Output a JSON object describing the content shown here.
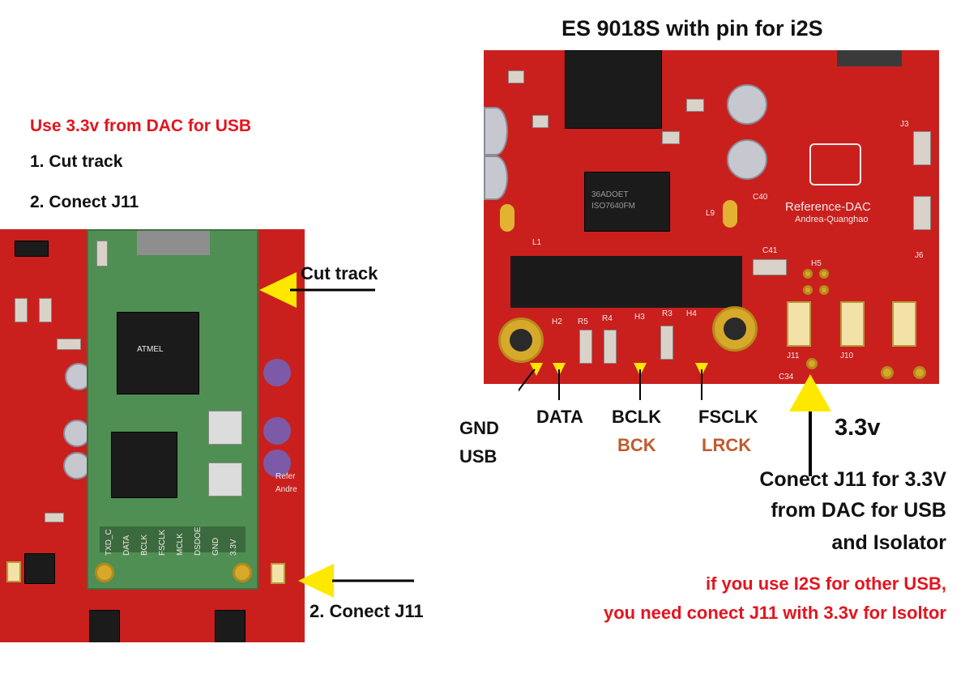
{
  "left_panel": {
    "heading": "Use 3.3v from DAC for USB",
    "step1": "1. Cut track",
    "step2": "2. Conect  J11",
    "callout_cut_track": "Cut track",
    "callout_conect_j11": "2. Conect  J11",
    "board_labels": {
      "header_pins": [
        "TXD_C",
        "DATA",
        "BCLK",
        "FSCLK",
        "MCLK",
        "DSDOE",
        "GND",
        "3.3V"
      ],
      "chip_mark": "ATMEL",
      "refer": "Refer",
      "andrea": "Andre"
    }
  },
  "right_panel": {
    "title": "ES 9018S with pin for i2S",
    "pin_labels": {
      "gnd": "GND",
      "usb": "USB",
      "data": "DATA",
      "bclk": "BCLK",
      "bck": "BCK",
      "fsclk": "FSCLK",
      "lrck": "LRCK"
    },
    "voltage": "3.3v",
    "note_line1": "Conect J11 for 3.3V",
    "note_line2": "from DAC for USB",
    "note_line3": "and Isolator",
    "warning_line1": "if you use I2S for other USB,",
    "warning_line2": "you need conect J11 with 3.3v for Isoltor",
    "board_labels": {
      "chip_marking": "36ADOET",
      "chip_model": "ISO7640FM",
      "brand": "Reference-DAC",
      "author": "Andrea-Quanghao",
      "refs": [
        "H2",
        "R5",
        "R4",
        "H3",
        "R3",
        "H4",
        "H5",
        "J11",
        "J10",
        "J6",
        "C41",
        "C34",
        "L1",
        "L9",
        "C40",
        "J3"
      ]
    }
  },
  "colors": {
    "red_text": "#e4141e",
    "brown_text": "#c25a2c",
    "pcb_red": "#c9201e",
    "arrow_yellow": "#ffe800"
  }
}
